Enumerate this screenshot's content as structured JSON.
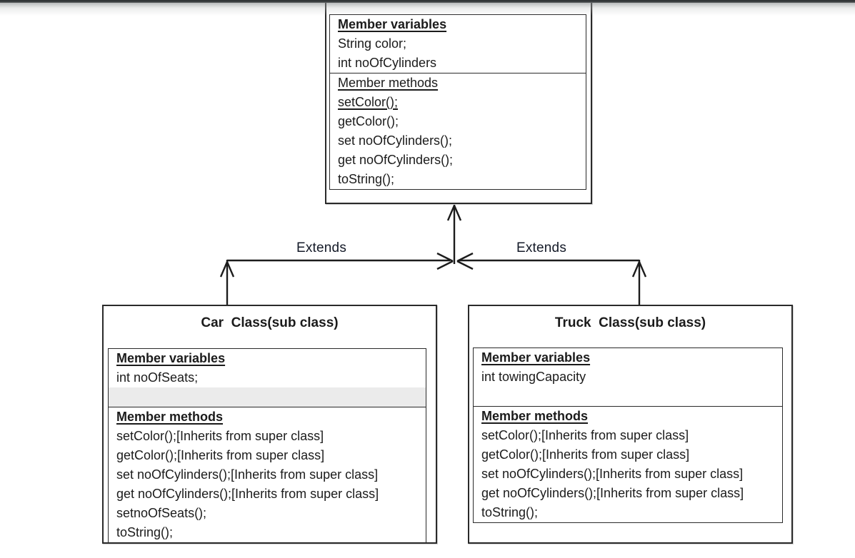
{
  "superclass": {
    "variables_header": "Member variables",
    "variables": [
      "String color;",
      "int noOfCylinders"
    ],
    "methods_header": "Member methods",
    "methods": [
      "setColor();",
      "getColor();",
      "set noOfCylinders();",
      "get noOfCylinders();",
      "toString();"
    ]
  },
  "connectors": {
    "left_label": "Extends",
    "right_label": "Extends"
  },
  "car_class": {
    "title": "Car  Class(sub class)",
    "variables_header": "Member variables",
    "variables": [
      "int noOfSeats;"
    ],
    "methods_header": "Member methods",
    "methods": [
      "setColor();[Inherits from super class]",
      "getColor();[Inherits from super class]",
      "set noOfCylinders();[Inherits from super class]",
      "get noOfCylinders();[Inherits from super class]",
      "setnoOfSeats();",
      "toString();"
    ]
  },
  "truck_class": {
    "title": "Truck  Class(sub class)",
    "variables_header": "Member variables",
    "variables": [
      "int towingCapacity"
    ],
    "methods_header": "Member methods",
    "methods": [
      "setColor();[Inherits from super class]",
      "getColor();[Inherits from super class]",
      "set noOfCylinders();[Inherits from super class]",
      "get noOfCylinders();[Inherits from super class]",
      "toString();"
    ]
  },
  "colors": {
    "border": "#2a2a2a",
    "highlight_row": "#ebebeb",
    "top_edge": "#3b3e40",
    "extends_text": "#141a28"
  }
}
